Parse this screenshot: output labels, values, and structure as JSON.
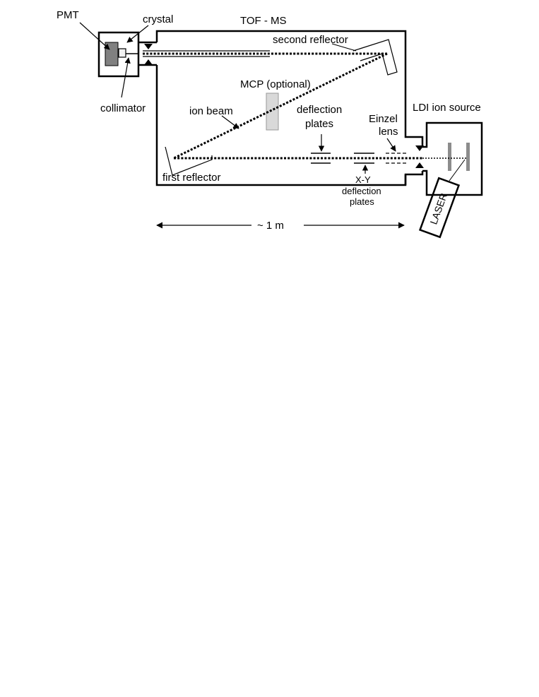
{
  "labels": {
    "pmt": "PMT",
    "crystal": "crystal",
    "collimator": "collimator",
    "tof_ms": "TOF - MS",
    "second_reflector": "second reflector",
    "mcp": "MCP (optional)",
    "ion_beam": "ion beam",
    "deflection_plates_line1": "deflection",
    "deflection_plates_line2": "plates",
    "einzel_line1": "Einzel",
    "einzel_line2": "lens",
    "ldi_ion_source": "LDI ion source",
    "first_reflector": "first reflector",
    "xy_line1": "X-Y",
    "xy_line2": "deflection",
    "xy_line3": "plates",
    "laser": "LASER",
    "scale": "~ 1 m"
  },
  "colors": {
    "pmt_fill": "#808080",
    "mcp_fill": "#d9d9d9",
    "target_fill": "#8c8c8c"
  }
}
